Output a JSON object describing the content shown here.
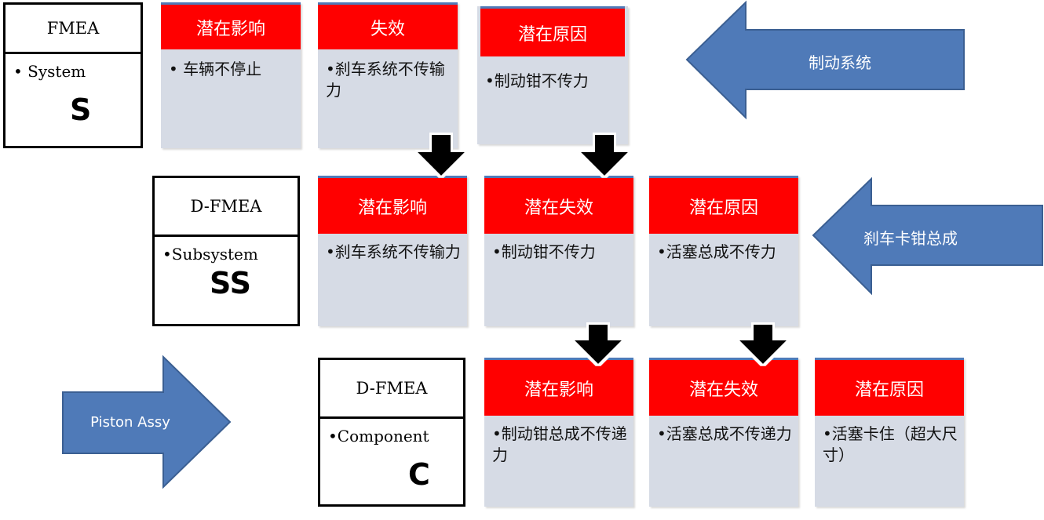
{
  "levels": [
    {
      "title": "FMEA",
      "sub": "• System",
      "code": "S"
    },
    {
      "title": "D-FMEA",
      "sub": "•Subsystem",
      "code": "SS"
    },
    {
      "title": "D-FMEA",
      "sub": "•Component",
      "code": "C"
    }
  ],
  "row1": [
    {
      "head": "潜在影响",
      "body": "• 车辆不停止"
    },
    {
      "head": "失效",
      "body": "•刹车系统不传输力"
    },
    {
      "head": "潜在原因",
      "body": "•制动钳不传力"
    }
  ],
  "row2": [
    {
      "head": "潜在影响",
      "body": "•刹车系统不传输力"
    },
    {
      "head": "潜在失效",
      "body": "•制动钳不传力"
    },
    {
      "head": "潜在原因",
      "body": "•活塞总成不传力"
    }
  ],
  "row3": [
    {
      "head": "潜在影响",
      "body": "•制动钳总成不传递力"
    },
    {
      "head": "潜在失效",
      "body": "•活塞总成不传递力"
    },
    {
      "head": "潜在原因",
      "body": "•活塞卡住（超大尺寸）"
    }
  ],
  "arrows": {
    "system": "制动系统",
    "subsystem": "刹车卡钳总成",
    "component": "Piston Assy"
  },
  "colors": {
    "header_red": "#ff0000",
    "card_body": "#d6dbe5",
    "arrow_blue": "#4f7ab8"
  }
}
